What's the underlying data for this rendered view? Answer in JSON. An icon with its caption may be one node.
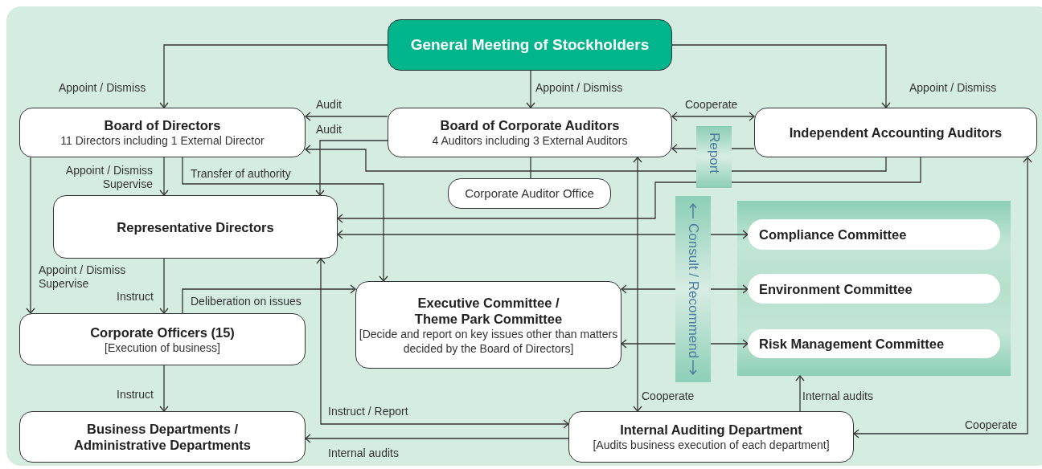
{
  "diagram": {
    "nodes": [
      {
        "text": [
          "General Meeting of Stockholders"
        ]
      },
      {
        "text": [
          "Board of Directors",
          "11 Directors including 1 External Director"
        ]
      },
      {
        "text": [
          "Board of Corporate Auditors",
          "4 Auditors including 3 External Auditors"
        ]
      },
      {
        "text": [
          "Independent Accounting Auditors"
        ]
      },
      {
        "text": [
          "Corporate Auditor Office"
        ]
      },
      {
        "text": [
          "Representative Directors"
        ]
      },
      {
        "text": [],
        "shape": "box"
      },
      {
        "text": [
          "Compliance Committee"
        ],
        "in": 6
      },
      {
        "text": [
          "Environment Committee"
        ],
        "in": 6
      },
      {
        "text": [
          "Risk Management Committee"
        ],
        "in": 6
      },
      {
        "text": [
          "Executive Committee / Theme Park Committee",
          "[Decide and report on key issues other than matters decided by the Board of Directors]"
        ]
      },
      {
        "text": [
          "Corporate Officers (15)",
          "[Execution of business]"
        ]
      },
      {
        "text": [
          "Business Departments / Administrative Departments"
        ]
      },
      {
        "text": [
          "Internal Auditing Department",
          "[Audits business execution of each department]"
        ]
      }
    ],
    "edges": [
      {
        "from": 0,
        "to": 1,
        "arrow": "to",
        "label": "Appoint / Dismiss"
      },
      {
        "from": 0,
        "to": 2,
        "arrow": "to",
        "label": "Appoint / Dismiss"
      },
      {
        "from": 0,
        "to": 3,
        "arrow": "to",
        "label": "Appoint / Dismiss"
      },
      {
        "from": 2,
        "to": 1,
        "arrow": "to",
        "label": "Audit"
      },
      {
        "from": 2,
        "to": 5,
        "arrow": "to",
        "label": "Audit"
      },
      {
        "from": 2,
        "to": 3,
        "arrow": "both",
        "label": "Cooperate"
      },
      {
        "from": 3,
        "to": 2,
        "arrow": "to",
        "label": "Report"
      },
      {
        "from": 3,
        "to": 1,
        "arrow": "to"
      },
      {
        "from": 3,
        "to": 5,
        "arrow": "to"
      },
      {
        "from": 1,
        "to": 5,
        "arrow": "to",
        "label": "Appoint / Dismiss Supervise"
      },
      {
        "from": 1,
        "to": 10,
        "arrow": "to",
        "label": "Transfer of authority"
      },
      {
        "from": 1,
        "to": 11,
        "arrow": "to",
        "label": "Appoint / Dismiss Supervise"
      },
      {
        "from": 2,
        "to": 4,
        "arrow": "none"
      },
      {
        "from": 5,
        "to": 7,
        "arrow": "both"
      },
      {
        "from": 5,
        "to": 11,
        "arrow": "to",
        "label": "Instruct"
      },
      {
        "from": 11,
        "to": 10,
        "arrow": "to",
        "label": "Deliberation on issues"
      },
      {
        "from": 10,
        "to": 8,
        "arrow": "both"
      },
      {
        "from": 10,
        "to": 9,
        "arrow": "both"
      },
      {
        "from": 2,
        "to": 13,
        "arrow": "both",
        "label": "Cooperate"
      },
      {
        "from": 13,
        "to": 5,
        "arrow": "both",
        "label": "Instruct / Report"
      },
      {
        "from": 13,
        "to": 12,
        "arrow": "to",
        "label": "Internal audits"
      },
      {
        "from": 13,
        "to": 6,
        "arrow": "to",
        "label": "Internal audits"
      },
      {
        "from": 13,
        "to": 3,
        "arrow": "both",
        "label": "Cooperate"
      },
      {
        "from": 11,
        "to": 12,
        "arrow": "to",
        "label": "Instruct"
      }
    ],
    "labels": [
      "Consult / Recommend"
    ]
  }
}
